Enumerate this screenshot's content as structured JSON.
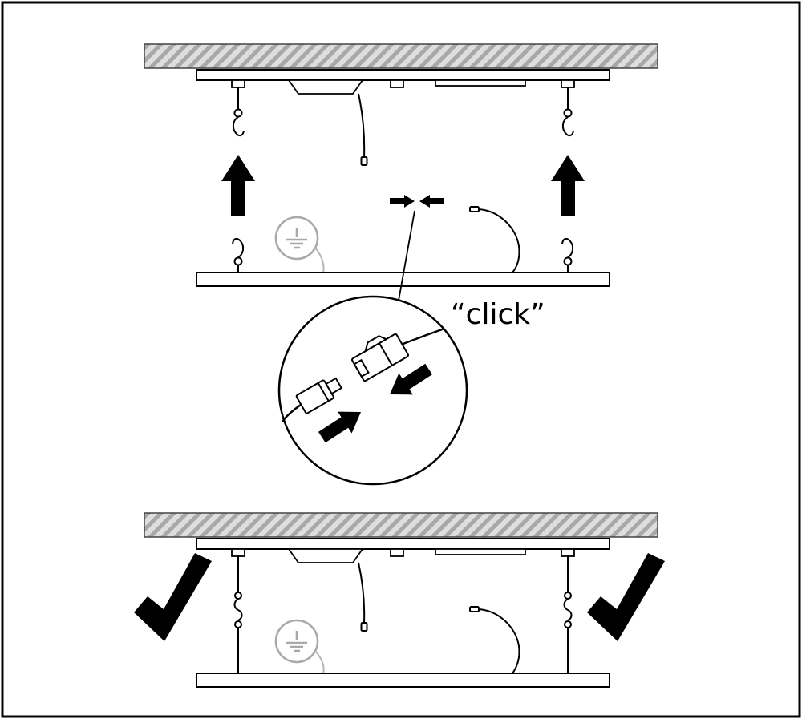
{
  "document": {
    "kind": "installation-instruction-figure",
    "background": "#ffffff",
    "border_color": "#000000"
  },
  "labels": {
    "click": "“click”"
  },
  "colors": {
    "line": "#000000",
    "ceiling_fill": "#dedede",
    "ceiling_hatch": "#a8a8a8",
    "ground_symbol": "#a9a9a9",
    "background": "#ffffff"
  },
  "icons": {
    "checkmark": "check-mark",
    "up_arrow": "upward-arrow",
    "press_arrows": "press-together-arrows",
    "ground": "protective-earth-symbol",
    "hook": "suspension-snap-hook",
    "connector": "plug-connector"
  },
  "steps": [
    {
      "id": "step-1",
      "icons": [
        "up-arrow",
        "up-arrow",
        "protective-earth-symbol",
        "press-together-arrows"
      ]
    },
    {
      "id": "connector-detail",
      "label": "“click”",
      "icons": [
        "press-arrow",
        "press-arrow",
        "magnifier-circle"
      ]
    },
    {
      "id": "step-2",
      "icons": [
        "checkmark",
        "checkmark",
        "protective-earth-symbol"
      ]
    }
  ]
}
